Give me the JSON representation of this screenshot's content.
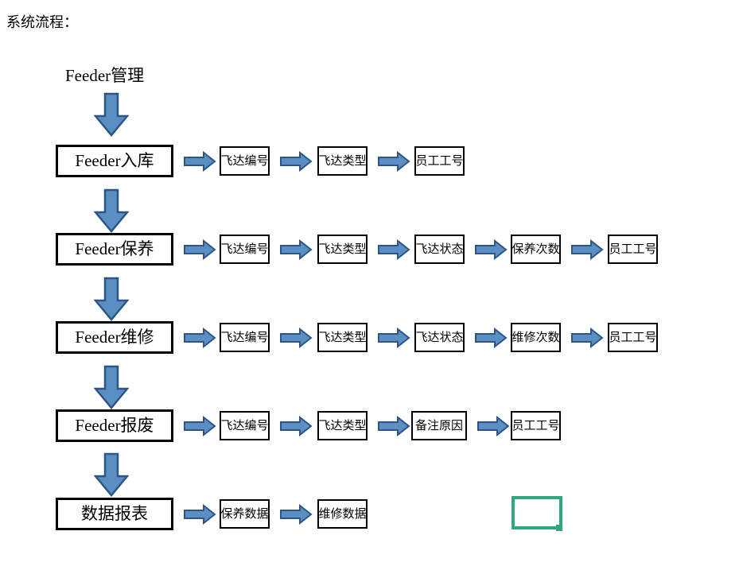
{
  "page": {
    "title": "系统流程："
  },
  "flow": {
    "root_label": "Feeder管理",
    "arrow_fill": "#5B8FC4",
    "arrow_stroke": "#2E5584",
    "selection_color": "#2FA87B",
    "box_border_color": "#000000",
    "down_arrow_icon": "arrow-down-icon",
    "right_arrow_icon": "arrow-right-icon",
    "rows": [
      {
        "stage": "Feeder入库",
        "fields": [
          "飞达编号",
          "飞达类型",
          "员工工号"
        ]
      },
      {
        "stage": "Feeder保养",
        "fields": [
          "飞达编号",
          "飞达类型",
          "飞达状态",
          "保养次数",
          "员工工号"
        ]
      },
      {
        "stage": "Feeder维修",
        "fields": [
          "飞达编号",
          "飞达类型",
          "飞达状态",
          "维修次数",
          "员工工号"
        ]
      },
      {
        "stage": "Feeder报废",
        "fields": [
          "飞达编号",
          "飞达类型",
          "备注原因",
          "员工工号"
        ]
      },
      {
        "stage": "数据报表",
        "fields": [
          "保养数据",
          "维修数据"
        ]
      }
    ]
  }
}
